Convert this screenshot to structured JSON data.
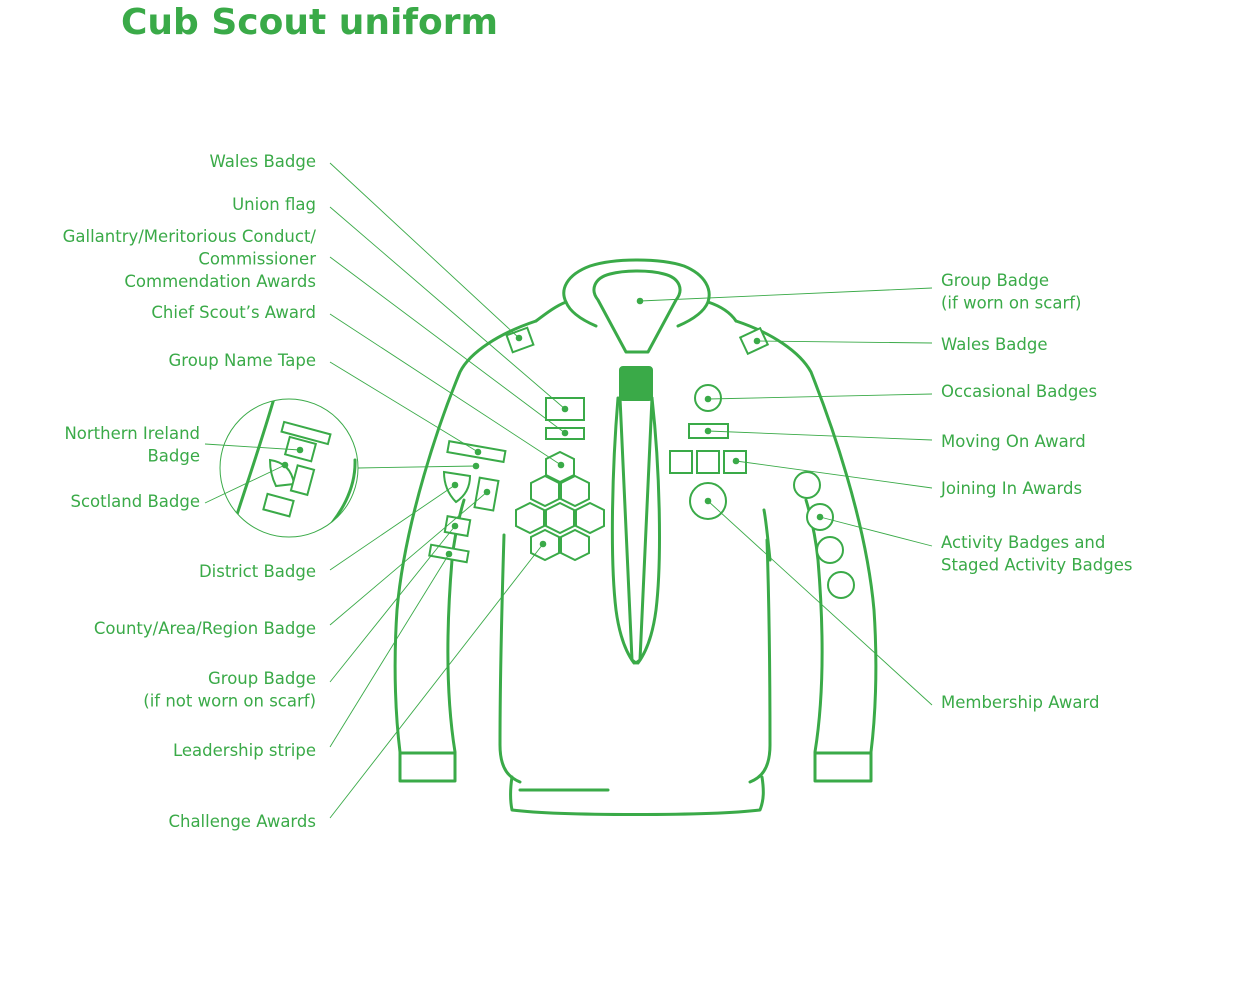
{
  "title": "Cub Scout uniform",
  "colors": {
    "accent": "#3aaa48",
    "background": "#ffffff"
  },
  "labels_left": [
    {
      "id": "wales-badge-left",
      "lines": [
        "Wales Badge"
      ]
    },
    {
      "id": "union-flag",
      "lines": [
        "Union flag"
      ]
    },
    {
      "id": "gallantry-awards",
      "lines": [
        "Gallantry/Meritorious Conduct/",
        "Commissioner",
        "Commendation Awards"
      ]
    },
    {
      "id": "chief-scouts-award",
      "lines": [
        "Chief Scout’s Award"
      ]
    },
    {
      "id": "group-name-tape",
      "lines": [
        "Group Name Tape"
      ]
    },
    {
      "id": "northern-ireland-badge",
      "lines": [
        "Northern Ireland",
        "Badge"
      ]
    },
    {
      "id": "scotland-badge",
      "lines": [
        "Scotland Badge"
      ]
    },
    {
      "id": "district-badge",
      "lines": [
        "District Badge"
      ]
    },
    {
      "id": "county-area-region-badge",
      "lines": [
        "County/Area/Region Badge"
      ]
    },
    {
      "id": "group-badge-not-scarf",
      "lines": [
        "Group Badge",
        "(if not worn on scarf)"
      ]
    },
    {
      "id": "leadership-stripe",
      "lines": [
        "Leadership stripe"
      ]
    },
    {
      "id": "challenge-awards",
      "lines": [
        "Challenge Awards"
      ]
    }
  ],
  "labels_right": [
    {
      "id": "group-badge-scarf",
      "lines": [
        "Group Badge",
        "(if worn on scarf)"
      ]
    },
    {
      "id": "wales-badge-right",
      "lines": [
        "Wales Badge"
      ]
    },
    {
      "id": "occasional-badges",
      "lines": [
        "Occasional Badges"
      ]
    },
    {
      "id": "moving-on-award",
      "lines": [
        "Moving On Award"
      ]
    },
    {
      "id": "joining-in-awards",
      "lines": [
        "Joining In Awards"
      ]
    },
    {
      "id": "activity-badges",
      "lines": [
        "Activity Badges and",
        "Staged Activity Badges"
      ]
    },
    {
      "id": "membership-award",
      "lines": [
        "Membership Award"
      ]
    }
  ]
}
